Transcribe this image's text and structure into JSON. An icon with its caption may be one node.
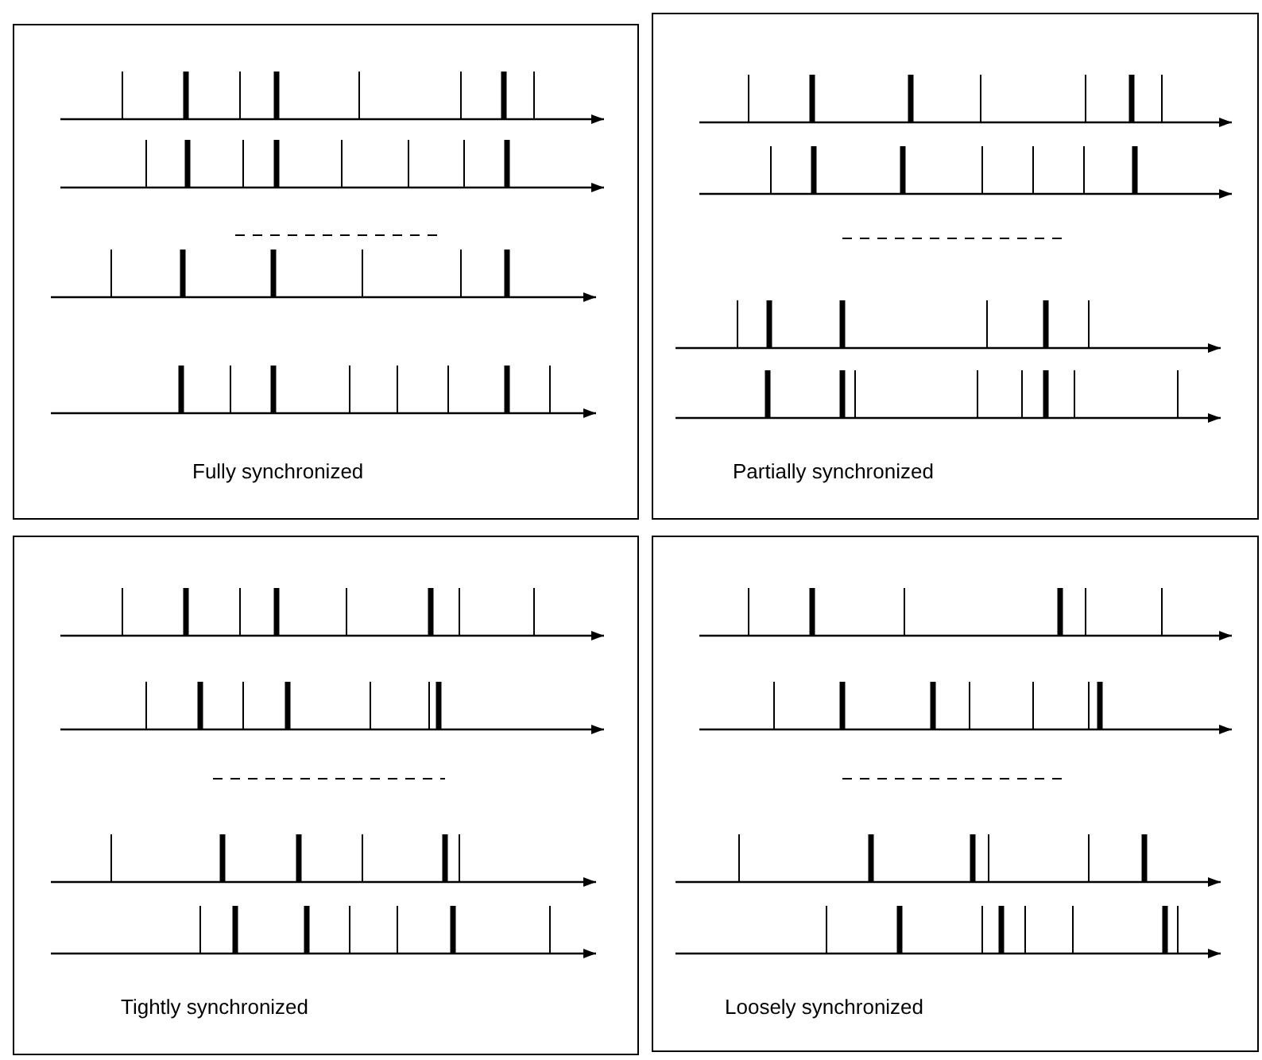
{
  "diagram": {
    "nodes": [
      {
        "text": [
          "Fully synchronized"
        ]
      },
      {
        "text": [
          "Partially synchronized"
        ]
      },
      {
        "text": [
          "Tightly synchronized"
        ]
      },
      {
        "text": [
          "Loosely synchronized"
        ]
      }
    ]
  }
}
